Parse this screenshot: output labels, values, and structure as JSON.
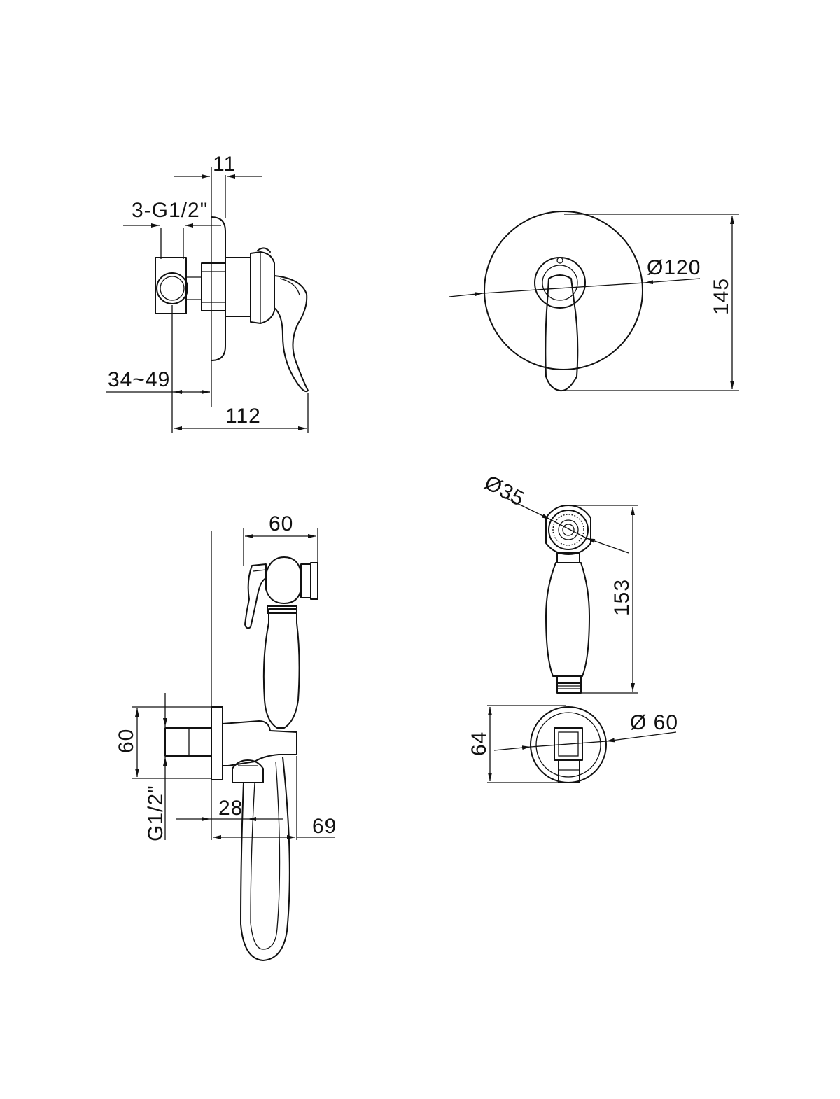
{
  "dimensions": {
    "valve_side": {
      "plate_thickness": "11",
      "inlets": "3-G1/2\"",
      "depth_range": "34~49",
      "overall_depth": "112"
    },
    "valve_front": {
      "plate_diameter": "Ø120",
      "overall_height": "145"
    },
    "holder_side": {
      "shower_depth": "60",
      "bracket_height": "60",
      "outlet_thread": "G1/2\"",
      "outlet_offset": "28",
      "overall_depth": "69"
    },
    "hand_shower": {
      "head_diameter": "Ø35",
      "length": "153"
    },
    "holder_front": {
      "diameter": "Ø 60",
      "height": "64"
    }
  }
}
